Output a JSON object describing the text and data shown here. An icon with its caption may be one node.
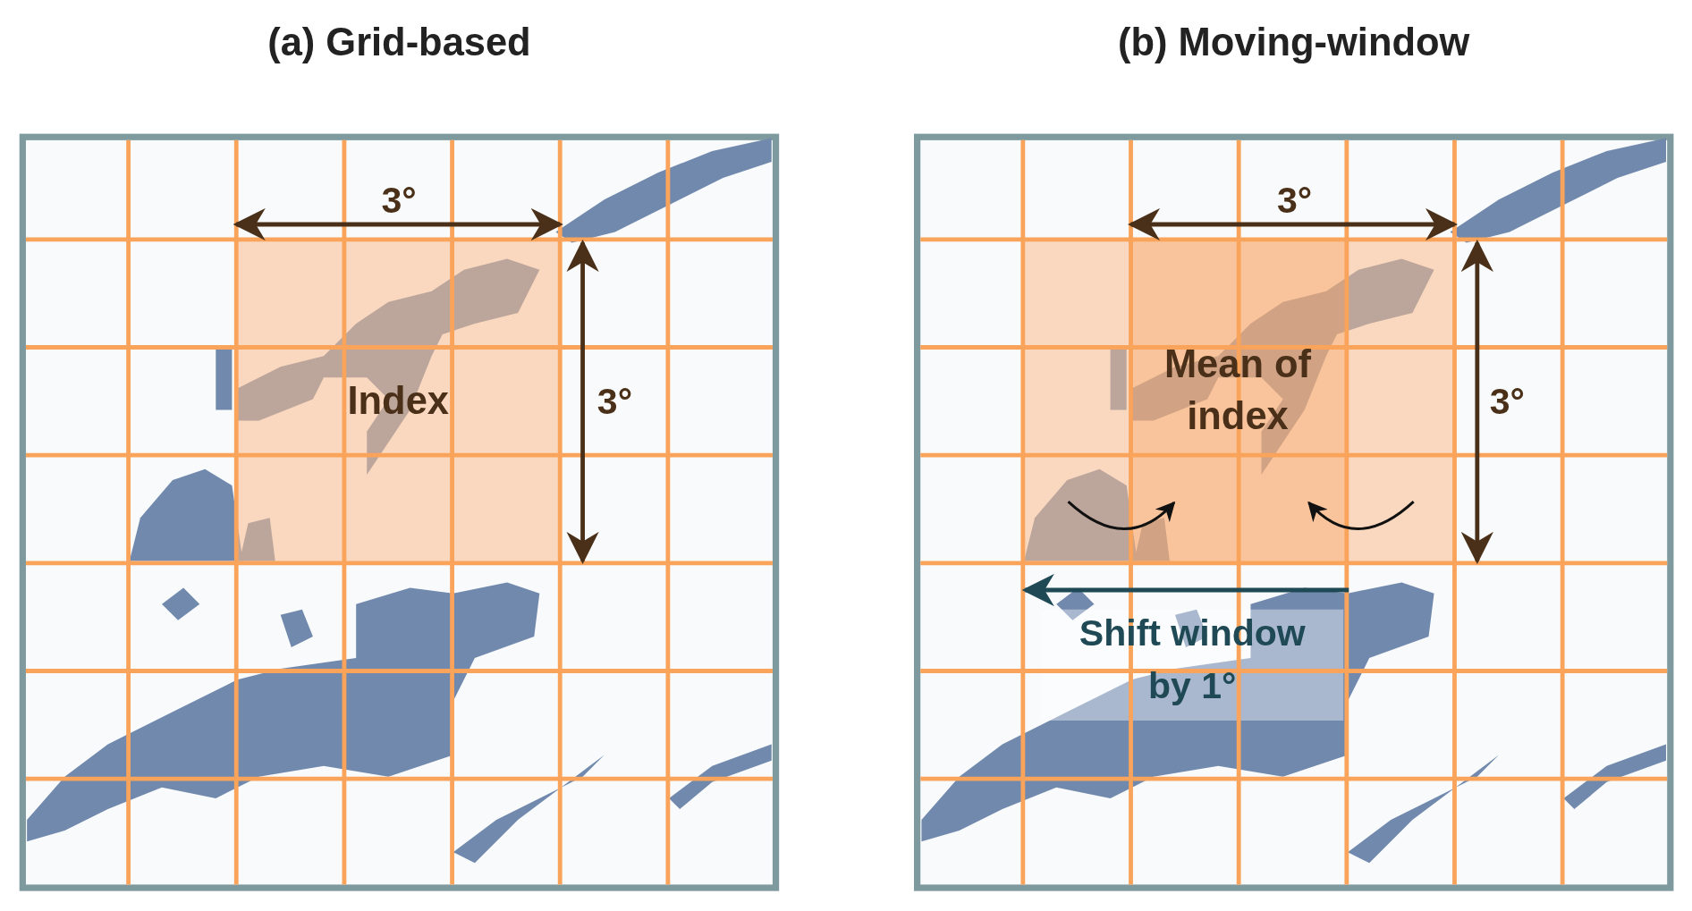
{
  "diagram": {
    "nodes": [
      {
        "text": [
          "(a) Grid-based"
        ]
      },
      {
        "text": [
          "Index"
        ],
        "in": 0
      },
      {
        "text": [
          "(b) Moving-window"
        ]
      },
      {
        "text": [
          "Mean of index"
        ],
        "in": 2
      }
    ],
    "labels": [
      "3°",
      "3°",
      "3°",
      "3°",
      "Shift window by 1°"
    ]
  }
}
